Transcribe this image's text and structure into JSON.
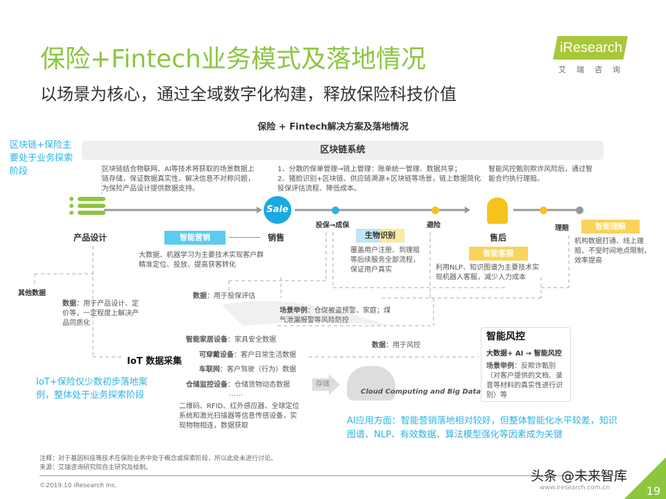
{
  "header": {
    "title": "保险+Fintech业务模式及落地情况",
    "subtitle": "以场景为核心，通过全域数字化构建，释放保险科技价值",
    "logo_text": "iResearch",
    "logo_sub": "艾瑞咨询"
  },
  "diagram": {
    "title": "保险 + Fintech解决方案及落地情况",
    "blockchain_status": "区块链+保险主要处于业务探索阶段",
    "blockchain_bar": "区块链系统",
    "blockchain_notes": [
      "区块链结合物联网、AI等技术将获取的场景数据上链存储，保证数据真实性、解决信息不对称问题，为保险产品设计提供数据支持。",
      "1、分散的保单管理→链上管理：账单统一管理、数据共享；\n2、猪脸识别+区块链、供应链溯源+区块链等场景，链上数据简化投保评估流程、降低成本。",
      "智能风控甄别欺诈风险后，通过智能合约执行理赔。"
    ],
    "nodes": {
      "product": "产品设计",
      "sale_icon": "Sale",
      "sales": "销售",
      "underwrite": "投保→成保",
      "avoid": "避险",
      "after": "售后",
      "claim": "理赔"
    },
    "tags": {
      "marketing": "智能营销",
      "bio_a": "生物",
      "bio_b": "识别",
      "service": "智能客服",
      "claims": "智能理赔"
    },
    "texts": {
      "marketing": "大数据、机器学习为主要技术实现客户群精准定位、投放、提高获客转化",
      "bio": "覆盖用户注册、到理赔等后续服务全部流程，保证用户真实",
      "service": "利用NLP、知识图谱为主要技术实现机器人客服，减少人力成本",
      "claims": "机构数据打通、线上理赔、不受时间地点限制，效率提高"
    },
    "other_data": "其他数据",
    "data_product_label": "数据",
    "data_product": "：用于产品设计、定价等，一定程度上解决产品同质化",
    "data_underwrite_label": "数据",
    "data_underwrite": "：用于投保评估",
    "scene_label": "场景举例",
    "scene": "：仓促被盗预警、家庭；煤气泄漏报警等风险防控",
    "iot_title": "IoT 数据采集",
    "iot_items": [
      {
        "k": "智能家居设备",
        "v": "：家具安全数据"
      },
      {
        "k": "可穿戴设备",
        "v": "：客户日常生活数据"
      },
      {
        "k": "车联网",
        "v": "：客户驾驶（行为）数据"
      },
      {
        "k": "仓储监控设备",
        "v": "：仓储货物动态数据"
      }
    ],
    "iot_ellipsis": "……",
    "iot_desc": "二维码、RFID、红外感应器、全球定位系统和激光扫描器等信息传感设备，实现物物相连，数据获取",
    "iot_status": "IoT+保险仅少数初步落地案例，整体处于业务探索阶段",
    "storage": "存储",
    "cloud": "Cloud Computing and Big Data",
    "data_risk_label": "数据",
    "data_risk": "：用于风控",
    "risk_title": "智能风控",
    "risk_formula": "大数据+ AI → 智能风控",
    "risk_scene_label": "场景举例",
    "risk_scene": "：反欺诈甄别（对客户提供的文档、录音等材料的真实性进行识别）等",
    "ai_status": "AI应用方面：智能营销落地相对较好，但整体智能化水平较差，知识图谱、NLP、有效数据、算法模型强化等因素成为关键"
  },
  "footer": {
    "note": "注释：对于基因科技等技术在保险业务中处于概念或探索阶段，所以此处未进行讨论。",
    "source": "来源：艾瑞咨询研究院自主研究及绘制。",
    "copyright": "©2019.10 iResearch Inc.",
    "website": "www.iresearch.com.cn",
    "watermark": "头条 @未来智库",
    "page": "19"
  },
  "colors": {
    "green": "#8cc63f",
    "cyan": "#2bb3e3",
    "yellow": "#f6c21c",
    "gray": "#999999"
  }
}
